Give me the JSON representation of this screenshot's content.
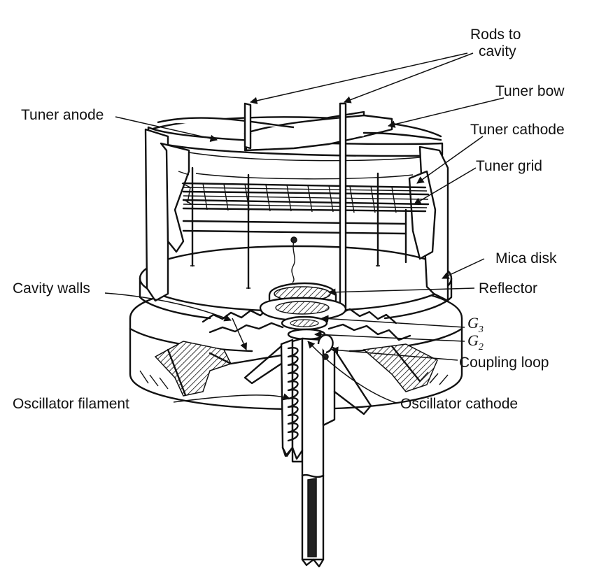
{
  "labels": {
    "rods_to_cavity_line1": "Rods to",
    "rods_to_cavity_line2": "cavity",
    "tuner_bow": "Tuner bow",
    "tuner_anode": "Tuner anode",
    "tuner_cathode": "Tuner cathode",
    "tuner_grid": "Tuner grid",
    "mica_disk": "Mica disk",
    "cavity_walls": "Cavity walls",
    "reflector": "Reflector",
    "g3_letter": "G",
    "g3_sub": "3",
    "g2_letter": "G",
    "g2_sub": "2",
    "coupling_loop": "Coupling loop",
    "oscillator_filament": "Oscillator filament",
    "oscillator_cathode": "Oscillator cathode"
  }
}
